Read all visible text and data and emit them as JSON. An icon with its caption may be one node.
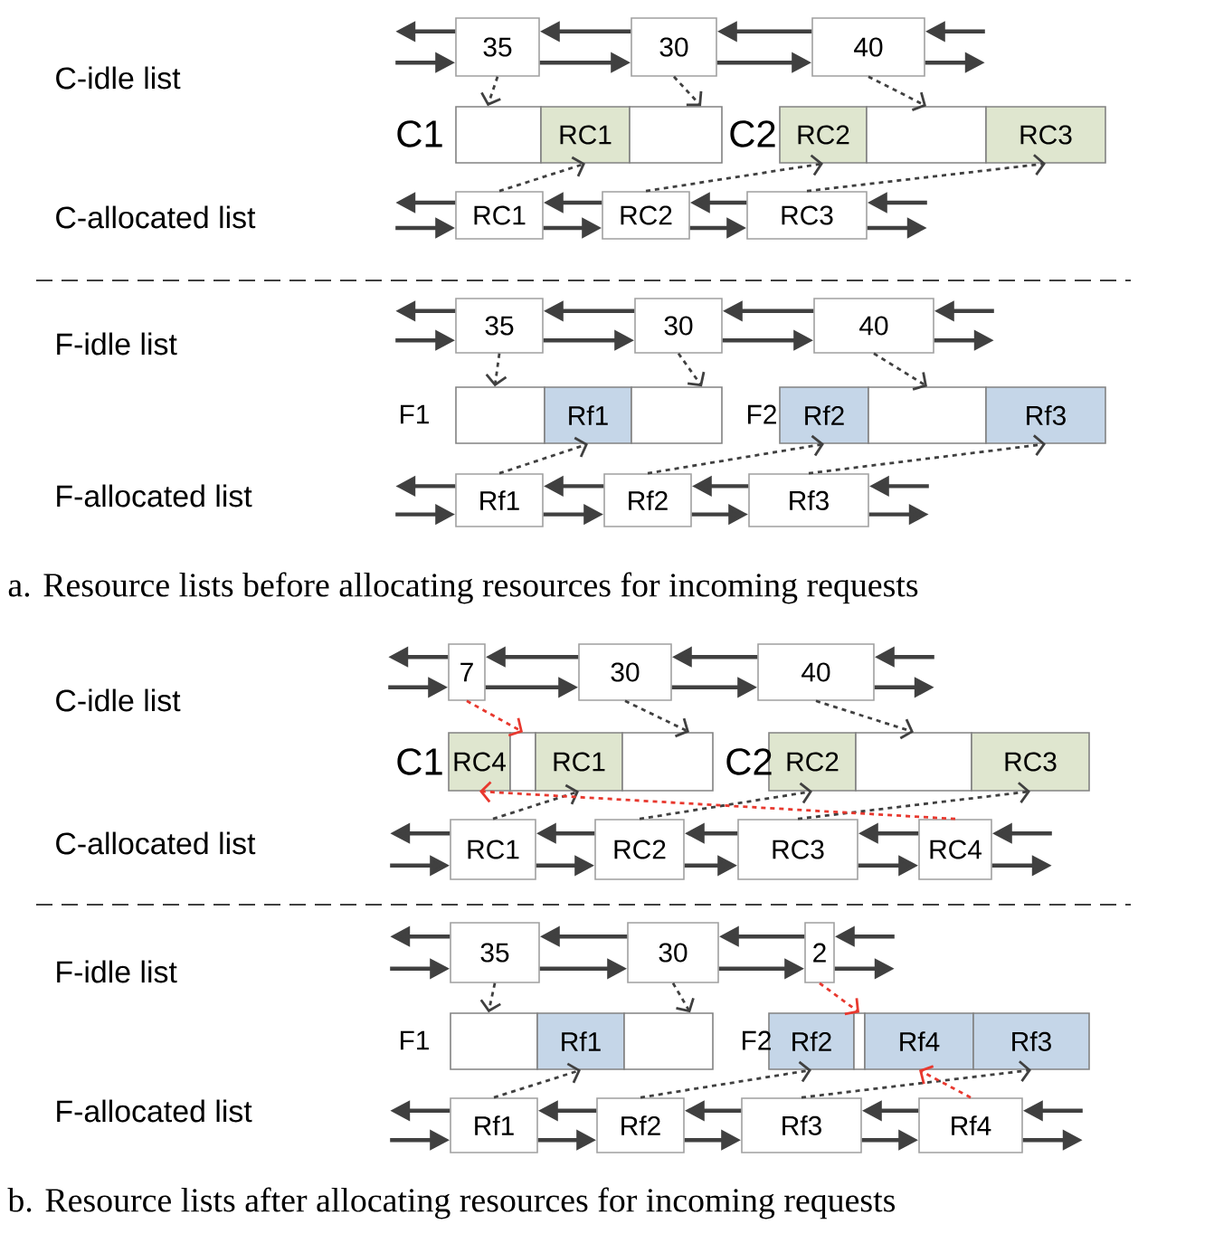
{
  "diagram": {
    "nodes": [
      {
        "text": [
          "35"
        ]
      },
      {
        "text": [
          "30"
        ]
      },
      {
        "text": [
          "40"
        ]
      },
      {
        "text": [],
        "shape": "box"
      },
      {
        "text": [
          "RC1"
        ]
      },
      {
        "text": [],
        "shape": "box"
      },
      {
        "text": [
          "RC2"
        ]
      },
      {
        "text": [],
        "shape": "box"
      },
      {
        "text": [
          "RC3"
        ]
      },
      {
        "text": [
          "RC1"
        ]
      },
      {
        "text": [
          "RC2"
        ]
      },
      {
        "text": [
          "RC3"
        ]
      },
      {
        "text": [
          "35"
        ]
      },
      {
        "text": [
          "30"
        ]
      },
      {
        "text": [
          "40"
        ]
      },
      {
        "text": [],
        "shape": "box"
      },
      {
        "text": [
          "Rf1"
        ]
      },
      {
        "text": [],
        "shape": "box"
      },
      {
        "text": [
          "Rf2"
        ]
      },
      {
        "text": [],
        "shape": "box"
      },
      {
        "text": [
          "Rf3"
        ]
      },
      {
        "text": [
          "Rf1"
        ]
      },
      {
        "text": [
          "Rf2"
        ]
      },
      {
        "text": [
          "Rf3"
        ]
      },
      {
        "text": [
          "7"
        ]
      },
      {
        "text": [
          "30"
        ]
      },
      {
        "text": [
          "40"
        ]
      },
      {
        "text": [
          "RC4"
        ]
      },
      {
        "text": [],
        "shape": "box"
      },
      {
        "text": [
          "RC1"
        ]
      },
      {
        "text": [],
        "shape": "box"
      },
      {
        "text": [
          "RC2"
        ]
      },
      {
        "text": [],
        "shape": "box"
      },
      {
        "text": [
          "RC3"
        ]
      },
      {
        "text": [
          "RC1"
        ]
      },
      {
        "text": [
          "RC2"
        ]
      },
      {
        "text": [
          "RC3"
        ]
      },
      {
        "text": [
          "RC4"
        ]
      },
      {
        "text": [
          "35"
        ]
      },
      {
        "text": [
          "30"
        ]
      },
      {
        "text": [
          "2"
        ]
      },
      {
        "text": [],
        "shape": "box"
      },
      {
        "text": [
          "Rf1"
        ]
      },
      {
        "text": [],
        "shape": "box"
      },
      {
        "text": [
          "Rf2"
        ]
      },
      {
        "text": [],
        "shape": "box"
      },
      {
        "text": [
          "Rf4"
        ]
      },
      {
        "text": [
          "Rf3"
        ]
      },
      {
        "text": [
          "Rf1"
        ]
      },
      {
        "text": [
          "Rf2"
        ]
      },
      {
        "text": [
          "Rf3"
        ]
      },
      {
        "text": [
          "Rf4"
        ]
      }
    ],
    "edges": [
      {
        "from": 0,
        "to": null,
        "arrow": "to"
      },
      {
        "from": null,
        "to": 0,
        "arrow": "to"
      },
      {
        "from": 1,
        "to": 0,
        "arrow": "to"
      },
      {
        "from": 0,
        "to": 1,
        "arrow": "to"
      },
      {
        "from": 2,
        "to": 1,
        "arrow": "to"
      },
      {
        "from": 1,
        "to": 2,
        "arrow": "to"
      },
      {
        "from": null,
        "to": 2,
        "arrow": "to"
      },
      {
        "from": 2,
        "to": null,
        "arrow": "to"
      },
      {
        "from": 0,
        "to": 3,
        "arrow": "to",
        "style": "dashed"
      },
      {
        "from": 1,
        "to": 5,
        "arrow": "to",
        "style": "dashed"
      },
      {
        "from": 2,
        "to": 7,
        "arrow": "to",
        "style": "dashed"
      },
      {
        "from": 9,
        "to": null,
        "arrow": "to"
      },
      {
        "from": null,
        "to": 9,
        "arrow": "to"
      },
      {
        "from": 10,
        "to": 9,
        "arrow": "to"
      },
      {
        "from": 9,
        "to": 10,
        "arrow": "to"
      },
      {
        "from": 11,
        "to": 10,
        "arrow": "to"
      },
      {
        "from": 10,
        "to": 11,
        "arrow": "to"
      },
      {
        "from": null,
        "to": 11,
        "arrow": "to"
      },
      {
        "from": 11,
        "to": null,
        "arrow": "to"
      },
      {
        "from": 9,
        "to": 4,
        "arrow": "to",
        "style": "dashed"
      },
      {
        "from": 10,
        "to": 6,
        "arrow": "to",
        "style": "dashed"
      },
      {
        "from": 11,
        "to": 8,
        "arrow": "to",
        "style": "dashed"
      },
      {
        "from": 12,
        "to": null,
        "arrow": "to"
      },
      {
        "from": null,
        "to": 12,
        "arrow": "to"
      },
      {
        "from": 13,
        "to": 12,
        "arrow": "to"
      },
      {
        "from": 12,
        "to": 13,
        "arrow": "to"
      },
      {
        "from": 14,
        "to": 13,
        "arrow": "to"
      },
      {
        "from": 13,
        "to": 14,
        "arrow": "to"
      },
      {
        "from": null,
        "to": 14,
        "arrow": "to"
      },
      {
        "from": 14,
        "to": null,
        "arrow": "to"
      },
      {
        "from": 12,
        "to": 15,
        "arrow": "to",
        "style": "dashed"
      },
      {
        "from": 13,
        "to": 17,
        "arrow": "to",
        "style": "dashed"
      },
      {
        "from": 14,
        "to": 19,
        "arrow": "to",
        "style": "dashed"
      },
      {
        "from": 21,
        "to": null,
        "arrow": "to"
      },
      {
        "from": null,
        "to": 21,
        "arrow": "to"
      },
      {
        "from": 22,
        "to": 21,
        "arrow": "to"
      },
      {
        "from": 21,
        "to": 22,
        "arrow": "to"
      },
      {
        "from": 23,
        "to": 22,
        "arrow": "to"
      },
      {
        "from": 22,
        "to": 23,
        "arrow": "to"
      },
      {
        "from": null,
        "to": 23,
        "arrow": "to"
      },
      {
        "from": 23,
        "to": null,
        "arrow": "to"
      },
      {
        "from": 21,
        "to": 16,
        "arrow": "to",
        "style": "dashed"
      },
      {
        "from": 22,
        "to": 18,
        "arrow": "to",
        "style": "dashed"
      },
      {
        "from": 23,
        "to": 20,
        "arrow": "to",
        "style": "dashed"
      },
      {
        "from": 24,
        "to": null,
        "arrow": "to"
      },
      {
        "from": null,
        "to": 24,
        "arrow": "to"
      },
      {
        "from": 25,
        "to": 24,
        "arrow": "to"
      },
      {
        "from": 24,
        "to": 25,
        "arrow": "to"
      },
      {
        "from": 26,
        "to": 25,
        "arrow": "to"
      },
      {
        "from": 25,
        "to": 26,
        "arrow": "to"
      },
      {
        "from": null,
        "to": 26,
        "arrow": "to"
      },
      {
        "from": 26,
        "to": null,
        "arrow": "to"
      },
      {
        "from": 24,
        "to": 28,
        "arrow": "to",
        "style": "dashed",
        "color": "#e8382e"
      },
      {
        "from": 25,
        "to": 30,
        "arrow": "to",
        "style": "dashed"
      },
      {
        "from": 26,
        "to": 32,
        "arrow": "to",
        "style": "dashed"
      },
      {
        "from": 34,
        "to": null,
        "arrow": "to"
      },
      {
        "from": null,
        "to": 34,
        "arrow": "to"
      },
      {
        "from": 35,
        "to": 34,
        "arrow": "to"
      },
      {
        "from": 34,
        "to": 35,
        "arrow": "to"
      },
      {
        "from": 36,
        "to": 35,
        "arrow": "to"
      },
      {
        "from": 35,
        "to": 36,
        "arrow": "to"
      },
      {
        "from": 37,
        "to": 36,
        "arrow": "to"
      },
      {
        "from": 36,
        "to": 37,
        "arrow": "to"
      },
      {
        "from": null,
        "to": 37,
        "arrow": "to"
      },
      {
        "from": 37,
        "to": null,
        "arrow": "to"
      },
      {
        "from": 34,
        "to": 29,
        "arrow": "to",
        "style": "dashed"
      },
      {
        "from": 35,
        "to": 31,
        "arrow": "to",
        "style": "dashed"
      },
      {
        "from": 36,
        "to": 33,
        "arrow": "to",
        "style": "dashed"
      },
      {
        "from": 37,
        "to": 27,
        "arrow": "to",
        "style": "dashed",
        "color": "#e8382e"
      },
      {
        "from": 38,
        "to": null,
        "arrow": "to"
      },
      {
        "from": null,
        "to": 38,
        "arrow": "to"
      },
      {
        "from": 39,
        "to": 38,
        "arrow": "to"
      },
      {
        "from": 38,
        "to": 39,
        "arrow": "to"
      },
      {
        "from": 40,
        "to": 39,
        "arrow": "to"
      },
      {
        "from": 39,
        "to": 40,
        "arrow": "to"
      },
      {
        "from": null,
        "to": 40,
        "arrow": "to"
      },
      {
        "from": 40,
        "to": null,
        "arrow": "to"
      },
      {
        "from": 38,
        "to": 41,
        "arrow": "to",
        "style": "dashed"
      },
      {
        "from": 39,
        "to": 43,
        "arrow": "to",
        "style": "dashed"
      },
      {
        "from": 40,
        "to": 45,
        "arrow": "to",
        "style": "dashed",
        "color": "#e8382e"
      },
      {
        "from": 48,
        "to": null,
        "arrow": "to"
      },
      {
        "from": null,
        "to": 48,
        "arrow": "to"
      },
      {
        "from": 49,
        "to": 48,
        "arrow": "to"
      },
      {
        "from": 48,
        "to": 49,
        "arrow": "to"
      },
      {
        "from": 50,
        "to": 49,
        "arrow": "to"
      },
      {
        "from": 49,
        "to": 50,
        "arrow": "to"
      },
      {
        "from": 51,
        "to": 50,
        "arrow": "to"
      },
      {
        "from": 50,
        "to": 51,
        "arrow": "to"
      },
      {
        "from": null,
        "to": 51,
        "arrow": "to"
      },
      {
        "from": 51,
        "to": null,
        "arrow": "to"
      },
      {
        "from": 48,
        "to": 42,
        "arrow": "to",
        "style": "dashed"
      },
      {
        "from": 49,
        "to": 44,
        "arrow": "to",
        "style": "dashed"
      },
      {
        "from": 50,
        "to": 47,
        "arrow": "to",
        "style": "dashed"
      },
      {
        "from": 51,
        "to": 46,
        "arrow": "to",
        "style": "dashed",
        "color": "#e8382e"
      }
    ],
    "labels": [
      "C-idle list",
      "C1",
      "C2",
      "C-allocated list",
      "F-idle list",
      "F1",
      "F2",
      "F-allocated list",
      "a. Resource lists before allocating resources for incoming requests",
      "C-idle list",
      "C1",
      "C2",
      "C-allocated list",
      "F-idle list",
      "F1",
      "F2",
      "F-allocated list",
      "b. Resource lists after allocating resources for incoming requests"
    ]
  }
}
